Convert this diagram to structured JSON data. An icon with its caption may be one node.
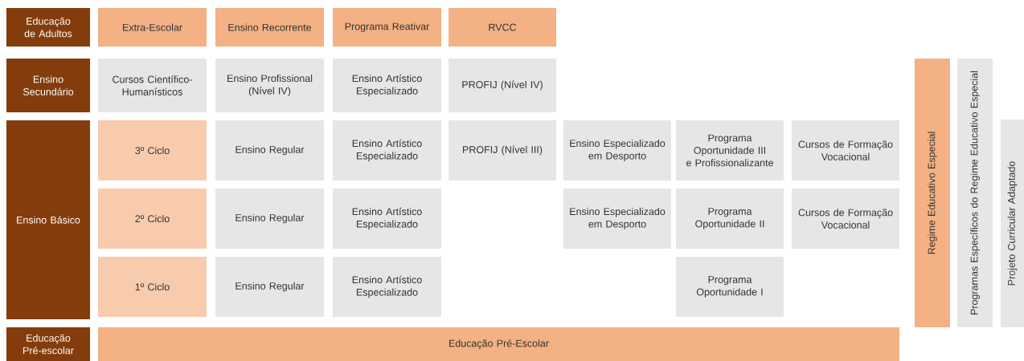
{
  "diagram": {
    "nodes": [
      {
        "text": [
          "Educação de Adultos"
        ]
      },
      {
        "text": [
          "Extra-Escolar"
        ]
      },
      {
        "text": [
          "Ensino Recorrente"
        ]
      },
      {
        "text": [
          "Programa Reativar"
        ]
      },
      {
        "text": [
          "RVCC"
        ]
      },
      {
        "text": [
          "Ensino Secundário"
        ]
      },
      {
        "text": [
          "Cursos Científico-Humanísticos"
        ]
      },
      {
        "text": [
          "Ensino Profissional (Nível IV)"
        ]
      },
      {
        "text": [
          "Ensino Artístico Especializado"
        ]
      },
      {
        "text": [
          "PROFIJ (Nível IV)"
        ]
      },
      {
        "text": [
          "Ensino Básico"
        ]
      },
      {
        "text": [
          "3º Ciclo"
        ]
      },
      {
        "text": [
          "Ensino Regular"
        ]
      },
      {
        "text": [
          "Ensino Artístico Especializado"
        ]
      },
      {
        "text": [
          "PROFIJ (Nível III)"
        ]
      },
      {
        "text": [
          "Ensino Especializado em Desporto"
        ]
      },
      {
        "text": [
          "Programa Oportunidade III e Profissionalizante"
        ]
      },
      {
        "text": [
          "Cursos de Formação Vocacional"
        ]
      },
      {
        "text": [
          "2º Ciclo"
        ]
      },
      {
        "text": [
          "Ensino Regular"
        ]
      },
      {
        "text": [
          "Ensino Artístico Especializado"
        ]
      },
      {
        "text": [
          "Ensino Especializado em Desporto"
        ]
      },
      {
        "text": [
          "Programa Oportunidade II"
        ]
      },
      {
        "text": [
          "Cursos de Formação Vocacional"
        ]
      },
      {
        "text": [
          "1º Ciclo"
        ]
      },
      {
        "text": [
          "Ensino Regular"
        ]
      },
      {
        "text": [
          "Ensino Artístico Especializado"
        ]
      },
      {
        "text": [
          "Programa Oportunidade I"
        ]
      },
      {
        "text": [
          "Educação Pré-escolar"
        ]
      },
      {
        "text": [
          "Educação Pré-Escolar"
        ]
      },
      {
        "text": [
          "Regime Educativo Especial"
        ]
      },
      {
        "text": [
          "Programas Específicos do Regime Educativo Especial"
        ]
      },
      {
        "text": [
          "Projeto Curricular Adaptado"
        ]
      }
    ]
  }
}
